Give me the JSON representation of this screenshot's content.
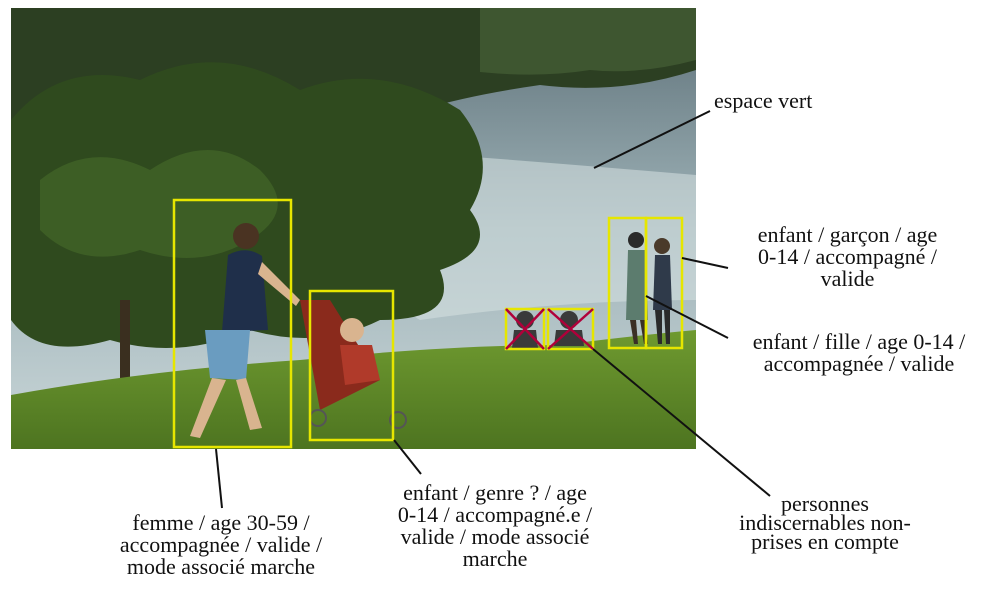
{
  "labels": {
    "espace_vert": [
      "espace vert"
    ],
    "garcon": [
      "enfant / garçon / age",
      "0-14 / accompagné /",
      "valide"
    ],
    "fille": [
      "enfant / fille / age 0-14 /",
      "accompagnée / valide"
    ],
    "femme": [
      "femme / age 30-59 /",
      "accompagnée / valide /",
      "mode associé marche"
    ],
    "enfant_poussette": [
      "enfant / genre ? / age",
      "0-14 / accompagné.e /",
      "valide / mode associé",
      "marche"
    ],
    "indiscernables": [
      "personnes",
      "indiscernables non-",
      "prises en compte"
    ]
  },
  "colors": {
    "box": "#e6e600",
    "cross": "#b0003a",
    "leader_line": "#111111",
    "sky_water": "#b9c9cf",
    "grass": "#5f8a2a",
    "foliage": "#2f4a1e"
  }
}
